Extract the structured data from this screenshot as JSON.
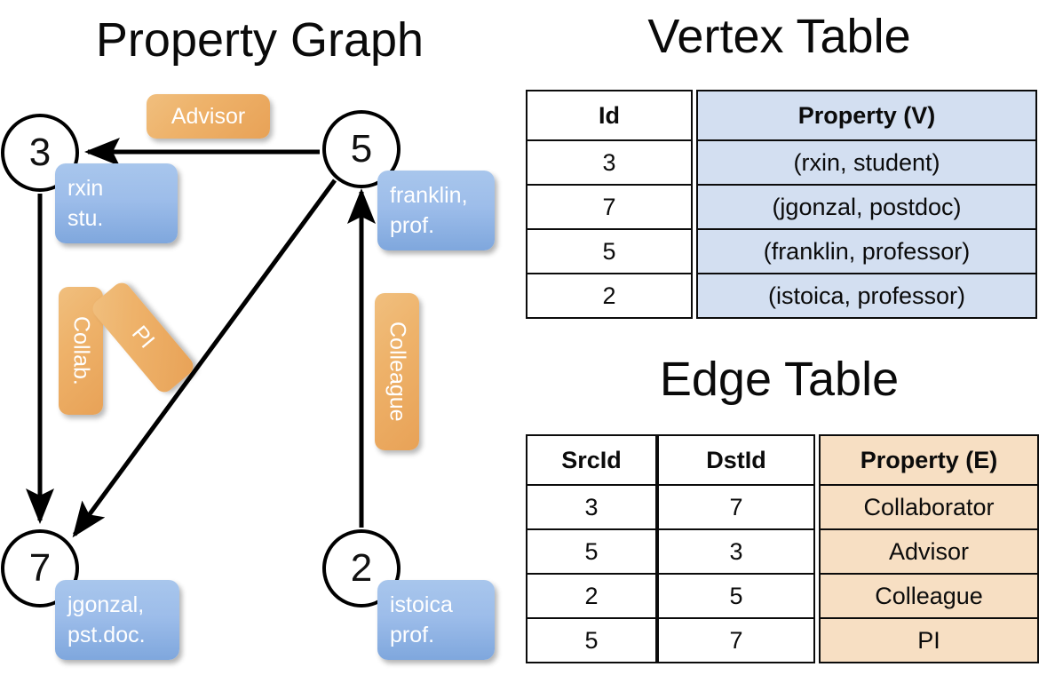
{
  "titles": {
    "property_graph": "Property Graph",
    "vertex_table": "Vertex Table",
    "edge_table": "Edge Table"
  },
  "graph": {
    "nodes": [
      {
        "id": "3",
        "property_line1": "rxin",
        "property_line2": "stu."
      },
      {
        "id": "5",
        "property_line1": "franklin,",
        "property_line2": "prof."
      },
      {
        "id": "7",
        "property_line1": "jgonzal,",
        "property_line2": "pst.doc."
      },
      {
        "id": "2",
        "property_line1": "istoica",
        "property_line2": "prof."
      }
    ],
    "edge_labels": [
      {
        "name": "advisor",
        "text": "Advisor"
      },
      {
        "name": "collab",
        "text": "Collab."
      },
      {
        "name": "pi",
        "text": "PI"
      },
      {
        "name": "colleague",
        "text": "Colleague"
      }
    ],
    "edges": [
      {
        "from": "5",
        "to": "3",
        "label": "Advisor"
      },
      {
        "from": "3",
        "to": "7",
        "label": "Collab."
      },
      {
        "from": "5",
        "to": "7",
        "label": "PI"
      },
      {
        "from": "2",
        "to": "5",
        "label": "Colleague"
      }
    ]
  },
  "vertex_table": {
    "columns": [
      "Id",
      "Property (V)"
    ],
    "rows": [
      {
        "id": "3",
        "property": "(rxin, student)"
      },
      {
        "id": "7",
        "property": "(jgonzal, postdoc)"
      },
      {
        "id": "5",
        "property": "(franklin, professor)"
      },
      {
        "id": "2",
        "property": "(istoica, professor)"
      }
    ]
  },
  "edge_table": {
    "columns": [
      "SrcId",
      "DstId",
      "Property (E)"
    ],
    "rows": [
      {
        "src": "3",
        "dst": "7",
        "property": "Collaborator"
      },
      {
        "src": "5",
        "dst": "3",
        "property": "Advisor"
      },
      {
        "src": "2",
        "dst": "5",
        "property": "Colleague"
      },
      {
        "src": "5",
        "dst": "7",
        "property": "PI"
      }
    ]
  },
  "colors": {
    "vertex_property_fill": "#d3dff1",
    "edge_property_fill": "#f7dfc3",
    "node_box_blue": "#9dbdea",
    "edge_label_orange": "#eeb26a",
    "stroke": "#0b0b0b",
    "background": "#ffffff"
  }
}
